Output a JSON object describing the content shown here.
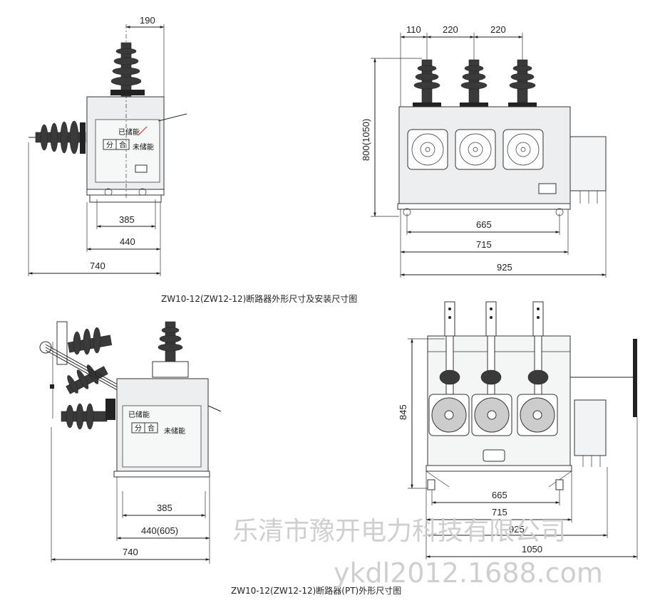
{
  "top_left": {
    "dims": {
      "d190": "190",
      "d385": "385",
      "d440": "440",
      "d740": "740"
    },
    "labels": {
      "stored": "已储能",
      "open": "分",
      "close": "合",
      "not_stored": "未储能"
    }
  },
  "top_right": {
    "dims": {
      "d110": "110",
      "d220a": "220",
      "d220b": "220",
      "d800": "800(1050)",
      "d665": "665",
      "d715": "715",
      "d925": "925"
    }
  },
  "caption_top": "ZW10-12(ZW12-12)断路器外形尺寸及安装尺寸图",
  "bottom_left": {
    "dims": {
      "d385": "385",
      "d440": "440(605)",
      "d740": "740"
    },
    "labels": {
      "stored": "已储能",
      "open": "分",
      "close": "合",
      "not_stored": "未储能"
    }
  },
  "bottom_right": {
    "dims": {
      "d845": "845",
      "d665": "665",
      "d715": "715",
      "d925": "925",
      "d1050": "1050"
    }
  },
  "caption_bottom": "ZW10-12(ZW12-12)断路器(PT)外形尺寸图",
  "watermark": {
    "company": "乐清市豫开电力科技有限公司",
    "site": "ykdl2012.1688.com"
  }
}
